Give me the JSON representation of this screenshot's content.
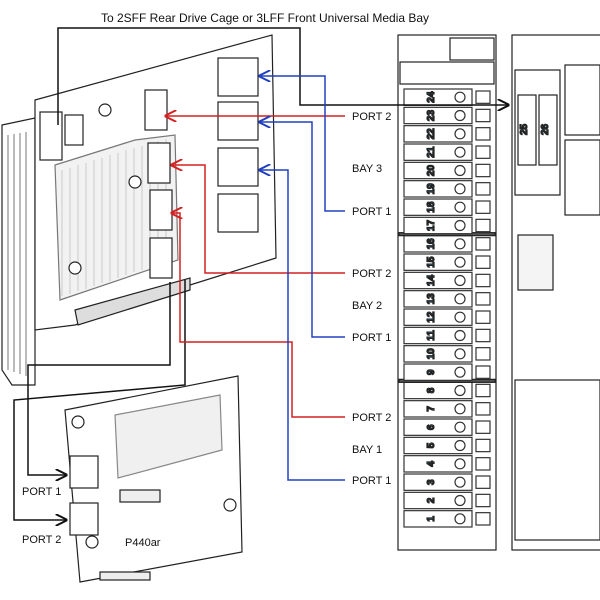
{
  "title": "To 2SFF Rear Drive Cage or 3LFF Front Universal Media Bay",
  "colors": {
    "port2_line": "#d42020",
    "port1_line": "#2040c0",
    "bay_numbers": "#2e9bd6",
    "line": "#111111"
  },
  "labels": {
    "bay3": {
      "port2": "PORT 2",
      "bay": "BAY 3",
      "port1": "PORT 1"
    },
    "bay2": {
      "port2": "PORT 2",
      "bay": "BAY 2",
      "port1": "PORT 1"
    },
    "bay1": {
      "port2": "PORT 2",
      "bay": "BAY 1",
      "port1": "PORT 1"
    }
  },
  "controller": {
    "name": "P440ar",
    "port1": "PORT 1",
    "port2": "PORT 2"
  },
  "front_bays": [
    "1",
    "2",
    "3",
    "4",
    "5",
    "6",
    "7",
    "8",
    "9",
    "10",
    "11",
    "12",
    "13",
    "14",
    "15",
    "16",
    "17",
    "18",
    "19",
    "20",
    "21",
    "22",
    "23",
    "24"
  ],
  "rear_bays": [
    "25",
    "26"
  ]
}
